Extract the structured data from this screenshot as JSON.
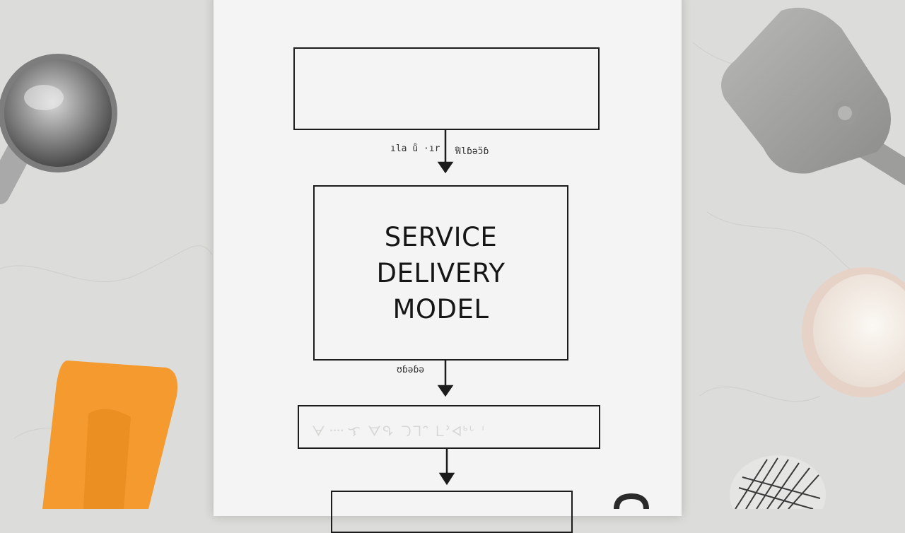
{
  "flowchart": {
    "main_box": {
      "lines": [
        "SERVICE",
        "DELIVERY",
        "MODEL"
      ]
    },
    "arrow_labels": {
      "first_left": "ıla ů ·ır",
      "first_right": "ฟิlɓəɔ̈ɓ",
      "second": "ʊɓəɓə"
    },
    "third_box_text": "ᗄ᠁ ᜎ ᗊᕴ ᘄᒣᐢ ᒪᐣᐊᒃᒡ ᑊ"
  },
  "colors": {
    "spatula_orange": "#f49a2e",
    "marble": "#dcdcda",
    "paper": "#f3f4f3",
    "ink": "#1c1c1c"
  }
}
